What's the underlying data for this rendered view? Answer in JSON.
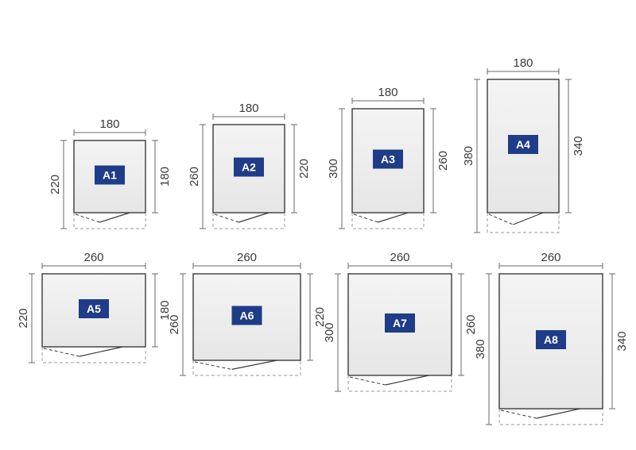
{
  "colors": {
    "outline": "#3a3a3a",
    "dimension_line": "#6a6a6a",
    "dashed": "#9a9a9a",
    "label_bg": "#1f3c88",
    "label_text": "#ffffff",
    "panel_top": "#f4f4f4",
    "panel_bottom": "#e6e6e6"
  },
  "sheds": [
    {
      "label": "A1",
      "width_label": "180",
      "outer_depth_label": "220",
      "inner_depth_label": "180"
    },
    {
      "label": "A2",
      "width_label": "180",
      "outer_depth_label": "260",
      "inner_depth_label": "220"
    },
    {
      "label": "A3",
      "width_label": "180",
      "outer_depth_label": "300",
      "inner_depth_label": "260"
    },
    {
      "label": "A4",
      "width_label": "180",
      "outer_depth_label": "380",
      "inner_depth_label": "340"
    },
    {
      "label": "A5",
      "width_label": "260",
      "outer_depth_label": "220",
      "inner_depth_label": "180"
    },
    {
      "label": "A6",
      "width_label": "260",
      "outer_depth_label": "260",
      "inner_depth_label": "220"
    },
    {
      "label": "A7",
      "width_label": "260",
      "outer_depth_label": "300",
      "inner_depth_label": "260"
    },
    {
      "label": "A8",
      "width_label": "260",
      "outer_depth_label": "380",
      "inner_depth_label": "340"
    }
  ]
}
